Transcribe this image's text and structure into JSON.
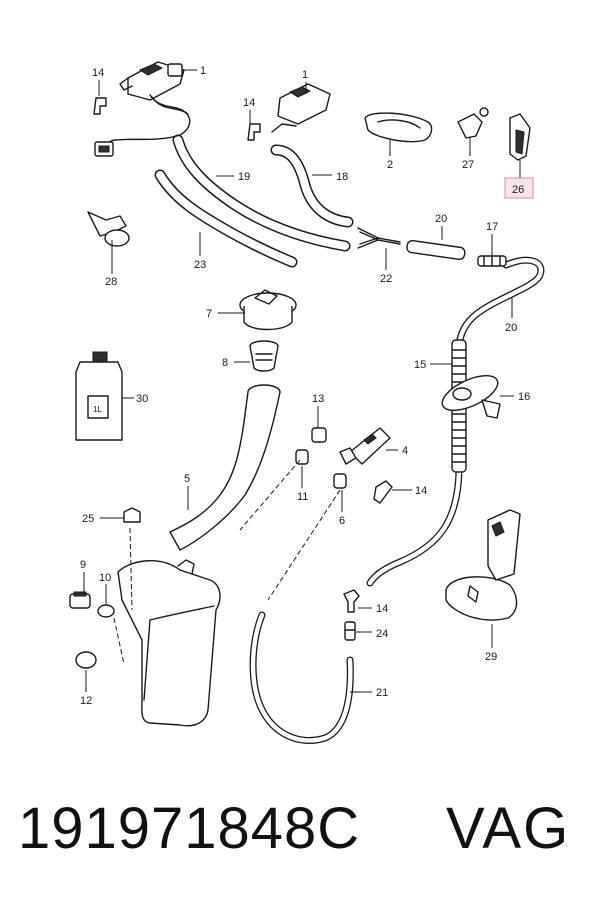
{
  "callouts": {
    "c1a": "1",
    "c1b": "1",
    "c14a": "14",
    "c14b": "14",
    "c14c": "14",
    "c14d": "14",
    "c2": "2",
    "c27": "27",
    "c26": "26",
    "c19": "19",
    "c18": "18",
    "c23": "23",
    "c20a": "20",
    "c20b": "20",
    "c17": "17",
    "c22": "22",
    "c28": "28",
    "c7": "7",
    "c8": "8",
    "c30": "30",
    "c15": "15",
    "c16": "16",
    "c13": "13",
    "c4": "4",
    "c5": "5",
    "c11": "11",
    "c6": "6",
    "c25": "25",
    "c9": "9",
    "c10": "10",
    "c12": "12",
    "c24": "24",
    "c21": "21",
    "c29": "29"
  },
  "highlighted_callout": "26",
  "bottle_label": "1L",
  "footer": {
    "part_number": "191971848C",
    "brand": "VAG"
  },
  "colors": {
    "highlight_fill": "#fbe3e6",
    "highlight_stroke": "#d98c98",
    "line": "#1a1a1a"
  }
}
